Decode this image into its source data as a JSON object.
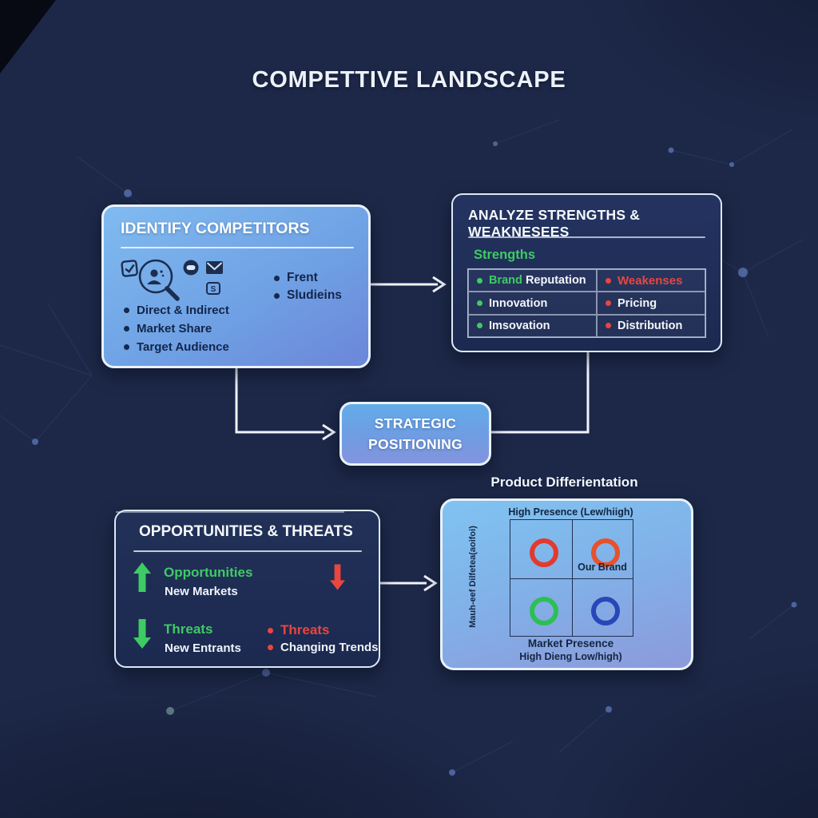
{
  "title": "COMPETTIVE LANDSCAPE",
  "identify": {
    "title": "IDENTIFY COMPETITORS",
    "icons": [
      "checkbox-icon",
      "magnifier-person-icon",
      "circle-icon",
      "envelope-icon",
      "s-badge-icon"
    ],
    "s_icon_letter": "S",
    "flow_items": [
      "Frent",
      "Sludieins"
    ],
    "bullets": [
      "Direct & Indirect",
      "Market Share",
      "Target Audience"
    ]
  },
  "analyze": {
    "title": "ANALYZE STRENGTHS & WEAKNESEES",
    "strengths_label": "Strengths",
    "rows": [
      {
        "left_em": "Brand",
        "left": "Reputation",
        "right": "Weakenses"
      },
      {
        "left_em": "",
        "left": "Innovation",
        "right": "Pricing"
      },
      {
        "left_em": "",
        "left": "Imsovation",
        "right": "Distribution"
      }
    ]
  },
  "strategic": {
    "line1": "STRATEGIC",
    "line2": "POSITIONING"
  },
  "opportunities": {
    "title": "OPPORTUNITIES & THREATS",
    "row1_label": "Opportunities",
    "row1_sub": "New Markets",
    "row2_label": "Threats",
    "row2_sub": "New Entrants",
    "right_item1": "Threats",
    "right_item2": "Changing Trends"
  },
  "differentiation": {
    "title": "Product Differientation",
    "top_axis_label": "High Presence (Lew/hiigh)",
    "left_axis_label": "Mauh-eef Dilfetea(aoifoi)",
    "bottom_axis_label": "Market Presence",
    "bottom_axis_sublabel": "High Dieng Low/high)",
    "our_brand_label": "Our Brand",
    "ring_colors": {
      "top_left": "#e23a2e",
      "top_right": "#e5522c",
      "bottom_left": "#2dbf52",
      "bottom_right": "#2847b8"
    }
  },
  "colors": {
    "background": "#1d2848",
    "green_accent": "#3ecb63",
    "red_accent": "#e8463f",
    "connector": "#f0f4fb"
  }
}
